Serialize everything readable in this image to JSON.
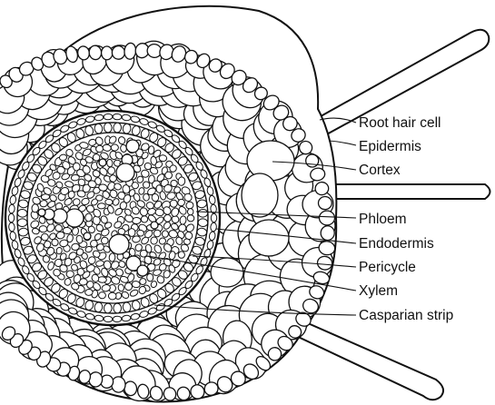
{
  "diagram": {
    "labels": {
      "root_hair_cell": "Root hair cell",
      "epidermis": "Epidermis",
      "cortex": "Cortex",
      "phloem": "Phloem",
      "endodermis": "Endodermis",
      "pericycle": "Pericycle",
      "xylem": "Xylem",
      "casparian_strip": "Casparian strip"
    }
  }
}
